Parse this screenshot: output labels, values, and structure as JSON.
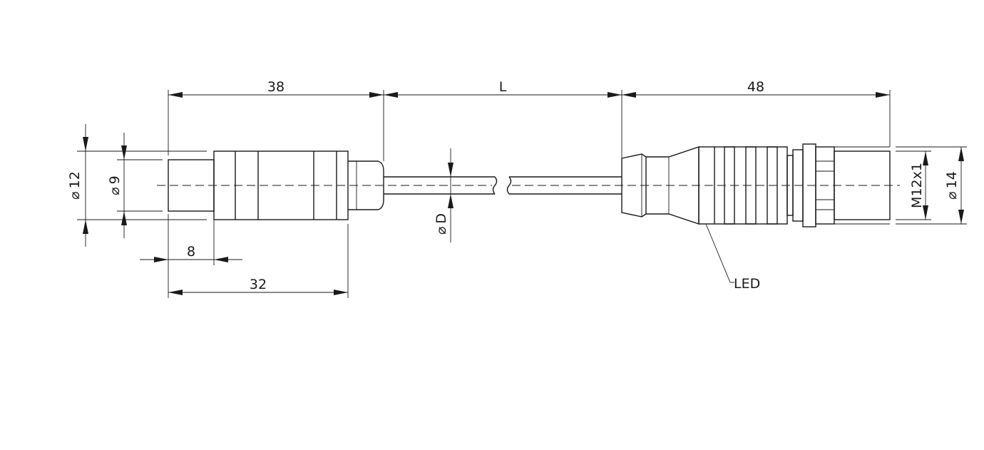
{
  "dimensions": {
    "sensor_total": "38",
    "cable_length": "L",
    "connector_length": "48",
    "sensor_dia_12": "12",
    "sensor_dia_9": "9",
    "tip_length": "8",
    "body_length": "32",
    "cable_dia": "D",
    "thread": "M12x1",
    "connector_dia": "14"
  },
  "symbols": {
    "diameter": "⌀"
  },
  "callouts": {
    "led": "LED"
  }
}
